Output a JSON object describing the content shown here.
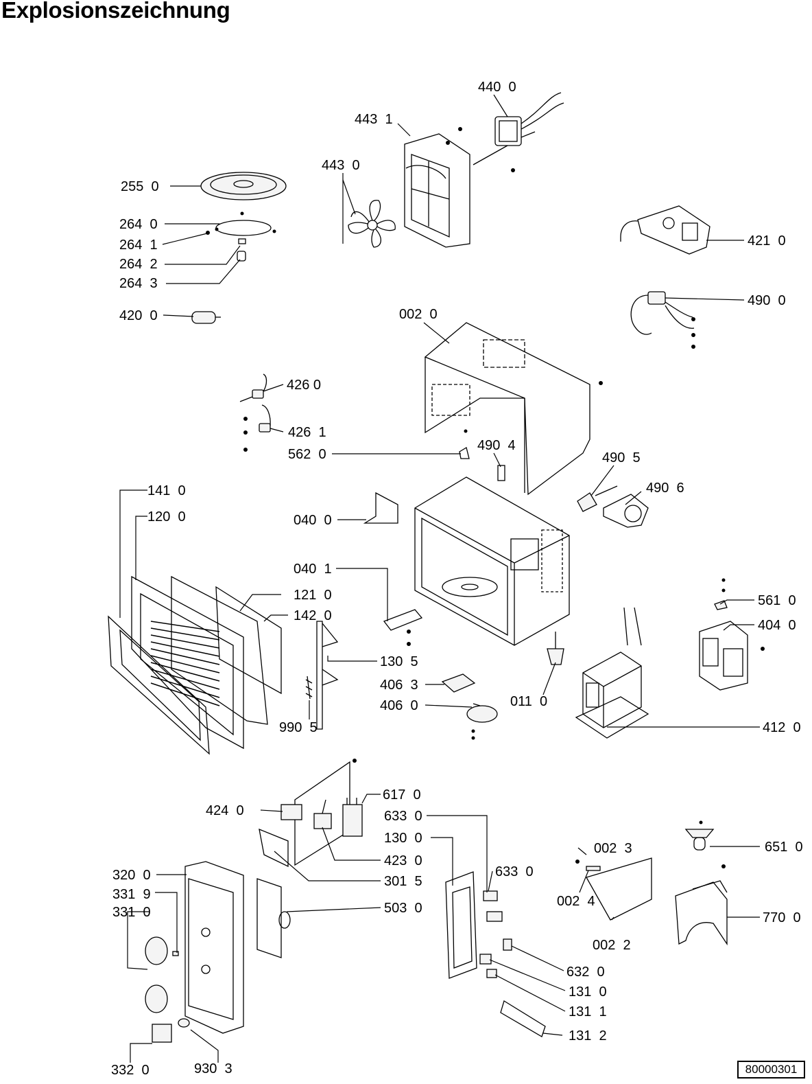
{
  "title": "Explosionszeichnung",
  "document_id": "80000301",
  "callouts": [
    {
      "id": "c-4400",
      "text": "440  0"
    },
    {
      "id": "c-4431",
      "text": "443  1"
    },
    {
      "id": "c-4430",
      "text": "443  0"
    },
    {
      "id": "c-2550",
      "text": "255  0"
    },
    {
      "id": "c-2640",
      "text": "264  0"
    },
    {
      "id": "c-2641",
      "text": "264  1"
    },
    {
      "id": "c-2642",
      "text": "264  2"
    },
    {
      "id": "c-2643",
      "text": "264  3"
    },
    {
      "id": "c-4200",
      "text": "420  0"
    },
    {
      "id": "c-4210",
      "text": "421  0"
    },
    {
      "id": "c-4900",
      "text": "490  0"
    },
    {
      "id": "c-0020",
      "text": "002  0"
    },
    {
      "id": "c-4260",
      "text": "426 0"
    },
    {
      "id": "c-4261",
      "text": "426  1"
    },
    {
      "id": "c-5620",
      "text": "562  0"
    },
    {
      "id": "c-4904",
      "text": "490  4"
    },
    {
      "id": "c-4905",
      "text": "490  5"
    },
    {
      "id": "c-4906",
      "text": "490  6"
    },
    {
      "id": "c-1410",
      "text": "141  0"
    },
    {
      "id": "c-1200",
      "text": "120  0"
    },
    {
      "id": "c-0400",
      "text": "040  0"
    },
    {
      "id": "c-0401",
      "text": "040  1"
    },
    {
      "id": "c-1210",
      "text": "121  0"
    },
    {
      "id": "c-1420",
      "text": "142  0"
    },
    {
      "id": "c-5610",
      "text": "561  0"
    },
    {
      "id": "c-4040",
      "text": "404  0"
    },
    {
      "id": "c-1305",
      "text": "130  5"
    },
    {
      "id": "c-4063",
      "text": "406  3"
    },
    {
      "id": "c-4060",
      "text": "406  0"
    },
    {
      "id": "c-0110",
      "text": "011  0"
    },
    {
      "id": "c-9905",
      "text": "990  5"
    },
    {
      "id": "c-4120",
      "text": "412  0"
    },
    {
      "id": "c-4240",
      "text": "424  0"
    },
    {
      "id": "c-6170",
      "text": "617  0"
    },
    {
      "id": "c-6330a",
      "text": "633  0"
    },
    {
      "id": "c-1300",
      "text": "130  0"
    },
    {
      "id": "c-4230",
      "text": "423  0"
    },
    {
      "id": "c-3015",
      "text": "301  5"
    },
    {
      "id": "c-6330b",
      "text": "633  0"
    },
    {
      "id": "c-5030",
      "text": "503  0"
    },
    {
      "id": "c-3200",
      "text": "320  0"
    },
    {
      "id": "c-3319",
      "text": "331  9"
    },
    {
      "id": "c-3310",
      "text": "331  0"
    },
    {
      "id": "c-0023",
      "text": "002  3"
    },
    {
      "id": "c-0024",
      "text": "002  4"
    },
    {
      "id": "c-0022",
      "text": "002  2"
    },
    {
      "id": "c-6510",
      "text": "651  0"
    },
    {
      "id": "c-7700",
      "text": "770  0"
    },
    {
      "id": "c-6320",
      "text": "632  0"
    },
    {
      "id": "c-1310",
      "text": "131  0"
    },
    {
      "id": "c-1311",
      "text": "131  1"
    },
    {
      "id": "c-1312",
      "text": "131  2"
    },
    {
      "id": "c-3320",
      "text": "332  0"
    },
    {
      "id": "c-9303",
      "text": "930  3"
    }
  ]
}
